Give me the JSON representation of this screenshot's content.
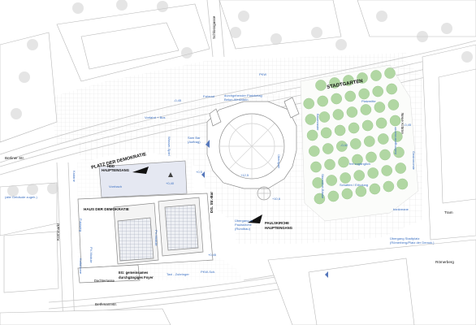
{
  "colors": {
    "paving_grid": "#dcdcdc",
    "building_outline": "#b9b9b9",
    "tree_canopy": "#a9d49a",
    "street_tree": "#cfcfcf",
    "label_blue": "#3a6fc2",
    "solar_panel": "#9aa3b3"
  },
  "streets": {
    "berliner_str": "Berliner Str.",
    "kornmarkt": "Kornmarkt",
    "bethmannstr": "Bethmannstr.",
    "roemerberg": "Römerberg",
    "tram": "Tram",
    "neue_kraeme": "Neue Kräme",
    "schlossgasse": "Schlossgasse",
    "pkw": "PKW",
    "dg_str": "DG. Str.-Bar",
    "fahrrad": "Fahrrad"
  },
  "places": {
    "platz": "PLATZ DER DEMOKRATIE",
    "stadtgarten": "STADTGARTEN",
    "haus": "HAUS DER DEMOKRATIE",
    "hdd_entrance": [
      "HDD",
      "HAUPTEINGANG"
    ],
    "paulskirche_entrance": [
      "PAULSKIRCHE",
      "HAUPTEINGANG"
    ],
    "foyer": [
      "EG: gemeinsames",
      "durchgängiges Foyer"
    ],
    "dachterrasse": "Dachterrasse"
  },
  "annotations": {
    "verbindung": [
      "durchgehender Platzbelag",
      "Beton-Werkstein"
    ],
    "vorfahrt": "Vorfahrt + Bus",
    "wasserspiel": "Wasser-Spiel",
    "sam_bar": [
      "Sam Bar",
      "(Auftrag)"
    ],
    "uebergang_paulskirche": [
      "Übergang in",
      "Paulskirche",
      "(Rundbau)"
    ],
    "uebergang_stadtplatz": [
      "Übergang Stadtplatz",
      "(Römerberg/Platz der Demok.)"
    ],
    "pv": "PV-Module",
    "pv2": "PV-Module",
    "taxi": "Taxi - Zubringer",
    "pkw_sch": "PKW-Sch.",
    "vorrbach": "Vorrbach",
    "kadane": "Kadane",
    "fussweg": "Fussweg",
    "kulturzone": "Kulturzone",
    "ueberspiel": "Überspiel",
    "platzmitte": "Platzmitte",
    "baumraster": "Baumraster",
    "frei_zugaenglich": "frei zugänglich",
    "schatten": "Schatten / Erholung",
    "baenke": "Sitzmöbel-Bänke",
    "gastronomie": "Außengastronomie",
    "gastronomie2": "Gastronomie",
    "bankreane": "bankreane",
    "gebaeude": "(alte Gebäude zugeh.)"
  },
  "levels": {
    "l1": "-0,45",
    "l2": "-0,42",
    "l3": "+0,5",
    "l4": "+12,5",
    "l5": "+0,40",
    "l6": "+10,6",
    "l7": "+0,45",
    "l8": "-0,45"
  }
}
